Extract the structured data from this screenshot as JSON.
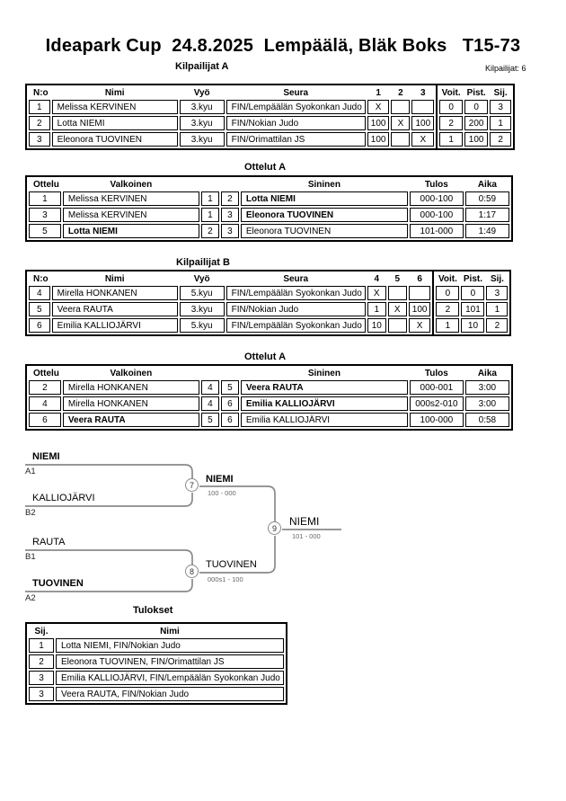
{
  "header": {
    "title": "Ideapark Cup  24.8.2025  Lempäälä, Bläk Boks   T15-73",
    "competitors_count_label": "Kilpailijat: 6"
  },
  "pool_a": {
    "title": "Kilpailijat A",
    "headers": {
      "no": "N:o",
      "name": "Nimi",
      "belt": "Vyö",
      "club": "Seura",
      "c1": "1",
      "c2": "2",
      "c3": "3",
      "wins": "Voit.",
      "points": "Pist.",
      "place": "Sij."
    },
    "rows": [
      {
        "no": "1",
        "name": "Melissa KERVINEN",
        "belt": "3.kyu",
        "club": "FIN/Lempäälän Syokonkan Judo",
        "c1": "X",
        "c2": "",
        "c3": "",
        "wins": "0",
        "points": "0",
        "place": "3"
      },
      {
        "no": "2",
        "name": "Lotta NIEMI",
        "belt": "3.kyu",
        "club": "FIN/Nokian Judo",
        "c1": "100",
        "c2": "X",
        "c3": "100",
        "wins": "2",
        "points": "200",
        "place": "1"
      },
      {
        "no": "3",
        "name": "Eleonora TUOVINEN",
        "belt": "3.kyu",
        "club": "FIN/Orimattilan JS",
        "c1": "100",
        "c2": "",
        "c3": "X",
        "wins": "1",
        "points": "100",
        "place": "2"
      }
    ]
  },
  "matches_a1": {
    "title": "Ottelut A",
    "headers": {
      "match": "Ottelu",
      "white": "Valkoinen",
      "blue": "Sininen",
      "result": "Tulos",
      "time": "Aika"
    },
    "rows": [
      {
        "match": "1",
        "white": "Melissa KERVINEN",
        "white_bold": false,
        "wno": "1",
        "bno": "2",
        "blue": "Lotta NIEMI",
        "blue_bold": true,
        "result": "000-100",
        "time": "0:59"
      },
      {
        "match": "3",
        "white": "Melissa KERVINEN",
        "white_bold": false,
        "wno": "1",
        "bno": "3",
        "blue": "Eleonora TUOVINEN",
        "blue_bold": true,
        "result": "000-100",
        "time": "1:17"
      },
      {
        "match": "5",
        "white": "Lotta NIEMI",
        "white_bold": true,
        "wno": "2",
        "bno": "3",
        "blue": "Eleonora TUOVINEN",
        "blue_bold": false,
        "result": "101-000",
        "time": "1:49"
      }
    ]
  },
  "pool_b": {
    "title": "Kilpailijat B",
    "headers": {
      "no": "N:o",
      "name": "Nimi",
      "belt": "Vyö",
      "club": "Seura",
      "c1": "4",
      "c2": "5",
      "c3": "6",
      "wins": "Voit.",
      "points": "Pist.",
      "place": "Sij."
    },
    "rows": [
      {
        "no": "4",
        "name": "Mirella HONKANEN",
        "belt": "5.kyu",
        "club": "FIN/Lempäälän Syokonkan Judo",
        "c1": "X",
        "c2": "",
        "c3": "",
        "wins": "0",
        "points": "0",
        "place": "3"
      },
      {
        "no": "5",
        "name": "Veera RAUTA",
        "belt": "3.kyu",
        "club": "FIN/Nokian Judo",
        "c1": "1",
        "c2": "X",
        "c3": "100",
        "wins": "2",
        "points": "101",
        "place": "1"
      },
      {
        "no": "6",
        "name": "Emilia KALLIOJÄRVI",
        "belt": "5.kyu",
        "club": "FIN/Lempäälän Syokonkan Judo",
        "c1": "10",
        "c2": "",
        "c3": "X",
        "wins": "1",
        "points": "10",
        "place": "2"
      }
    ]
  },
  "matches_a2": {
    "title": "Ottelut A",
    "headers": {
      "match": "Ottelu",
      "white": "Valkoinen",
      "blue": "Sininen",
      "result": "Tulos",
      "time": "Aika"
    },
    "rows": [
      {
        "match": "2",
        "white": "Mirella HONKANEN",
        "white_bold": false,
        "wno": "4",
        "bno": "5",
        "blue": "Veera RAUTA",
        "blue_bold": true,
        "result": "000-001",
        "time": "3:00"
      },
      {
        "match": "4",
        "white": "Mirella HONKANEN",
        "white_bold": false,
        "wno": "4",
        "bno": "6",
        "blue": "Emilia KALLIOJÄRVI",
        "blue_bold": true,
        "result": "000s2-010",
        "time": "3:00"
      },
      {
        "match": "6",
        "white": "Veera RAUTA",
        "white_bold": true,
        "wno": "5",
        "bno": "6",
        "blue": "Emilia KALLIOJÄRVI",
        "blue_bold": false,
        "result": "100-000",
        "time": "0:58"
      }
    ]
  },
  "bracket": {
    "slots": [
      {
        "code": "A1",
        "name": "NIEMI",
        "bold": true
      },
      {
        "code": "B2",
        "name": "KALLIOJÄRVI",
        "bold": false
      },
      {
        "code": "B1",
        "name": "RAUTA",
        "bold": false
      },
      {
        "code": "A2",
        "name": "TUOVINEN",
        "bold": true
      }
    ],
    "matches": [
      {
        "number": "7",
        "winner": "NIEMI",
        "winner_bold": true,
        "score": "100 - 000"
      },
      {
        "number": "8",
        "winner": "TUOVINEN",
        "winner_bold": false,
        "score": "000s1 - 100"
      },
      {
        "number": "9",
        "winner": "NIEMI",
        "winner_bold": false,
        "score": "101 - 000"
      }
    ]
  },
  "results": {
    "title": "Tulokset",
    "headers": {
      "place": "Sij.",
      "name": "Nimi"
    },
    "rows": [
      {
        "place": "1",
        "name": "Lotta NIEMI, FIN/Nokian Judo"
      },
      {
        "place": "2",
        "name": "Eleonora TUOVINEN, FIN/Orimattilan JS"
      },
      {
        "place": "3",
        "name": "Emilia KALLIOJÄRVI, FIN/Lempäälän Syokonkan Judo"
      },
      {
        "place": "3",
        "name": "Veera RAUTA, FIN/Nokian Judo"
      }
    ]
  }
}
